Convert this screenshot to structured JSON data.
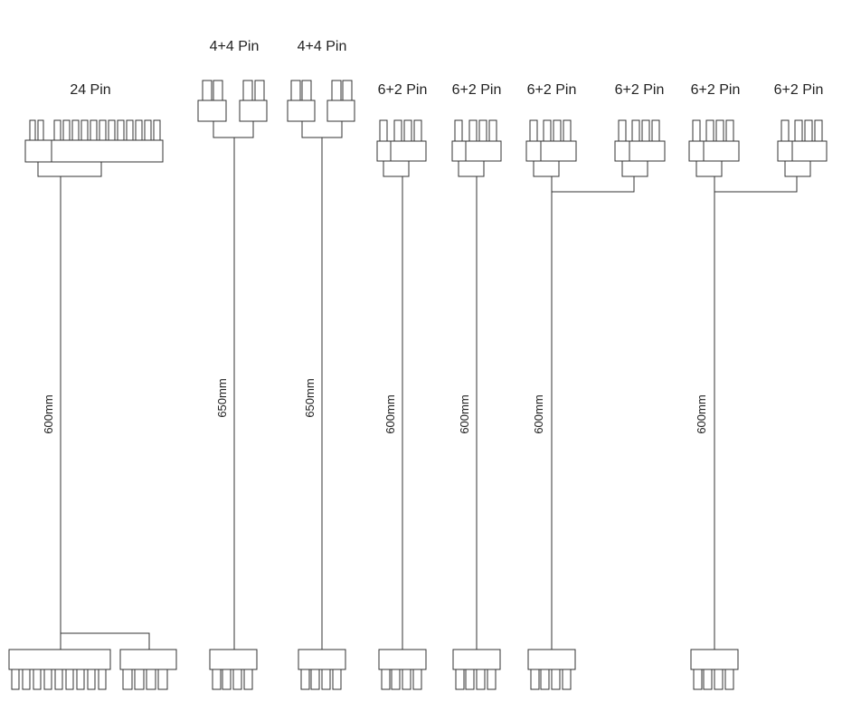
{
  "cables": [
    {
      "id": "atx24",
      "top_connectors": [
        "24 Pin"
      ],
      "length": "600mm"
    },
    {
      "id": "eps1",
      "top_connectors": [
        "4+4 Pin"
      ],
      "length": "650mm"
    },
    {
      "id": "eps2",
      "top_connectors": [
        "4+4 Pin"
      ],
      "length": "650mm"
    },
    {
      "id": "pcie1",
      "top_connectors": [
        "6+2 Pin"
      ],
      "length": "600mm"
    },
    {
      "id": "pcie2",
      "top_connectors": [
        "6+2 Pin"
      ],
      "length": "600mm"
    },
    {
      "id": "pcie3",
      "top_connectors": [
        "6+2 Pin",
        "6+2 Pin"
      ],
      "length": "600mm"
    },
    {
      "id": "pcie4",
      "top_connectors": [
        "6+2 Pin",
        "6+2 Pin"
      ],
      "length": "600mm"
    }
  ],
  "colors": {
    "line": "#333333",
    "text": "#222222",
    "background": "#ffffff"
  }
}
